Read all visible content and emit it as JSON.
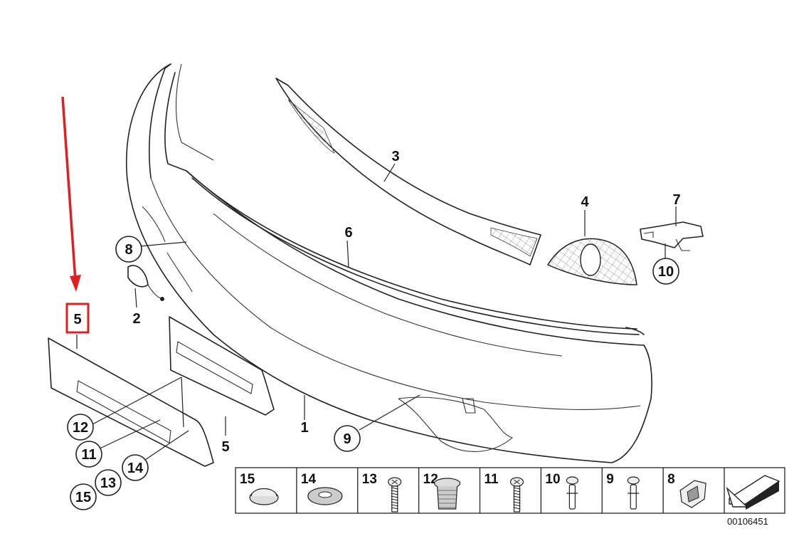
{
  "diagram": {
    "callouts": [
      "1",
      "2",
      "3",
      "4",
      "5",
      "6",
      "7",
      "8",
      "9",
      "10",
      "11",
      "12",
      "13",
      "14",
      "15"
    ],
    "highlighted_callout": "5",
    "accent_color": "#e02020",
    "legend_items": [
      "15",
      "14",
      "13",
      "12",
      "11",
      "10",
      "9",
      "8"
    ],
    "legend_icons": [
      "plug-icon",
      "washer-icon",
      "screw-icon",
      "grommet-icon",
      "screw-icon",
      "rivet-icon",
      "rivet-icon",
      "bracket-icon"
    ],
    "reference_number": "00106451"
  }
}
